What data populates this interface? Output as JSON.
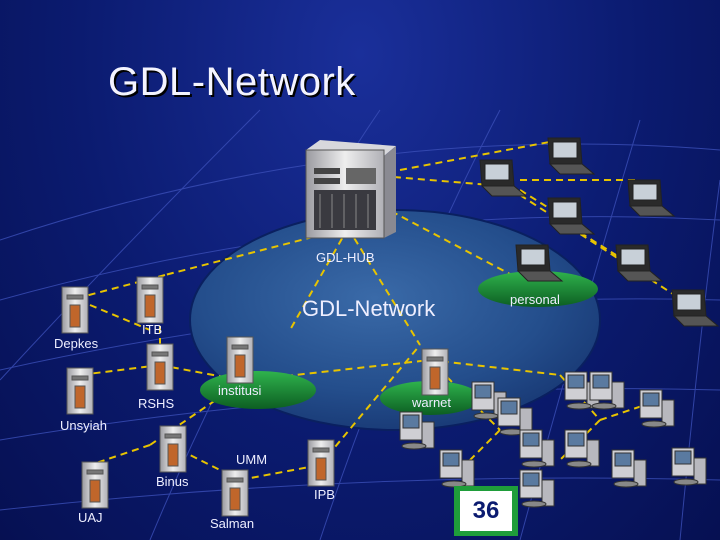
{
  "title": "GDL-Network",
  "center_label": "GDL-Network",
  "labels": {
    "hub": "GDL-HUB",
    "personal": "personal",
    "institusi": "institusi",
    "warnet": "warnet",
    "itb": "ITB",
    "depkes": "Depkes",
    "rshs": "RSHS",
    "unsyiah": "Unsyiah",
    "umm": "UMM",
    "binus": "Binus",
    "ipb": "IPB",
    "uaj": "UAJ",
    "salman": "Salman"
  },
  "page_number": "36",
  "colors": {
    "background": "#0b1b70",
    "ellipse": "#2a5a9a",
    "link": "#e8c400",
    "oval": "#1c8f3a"
  }
}
